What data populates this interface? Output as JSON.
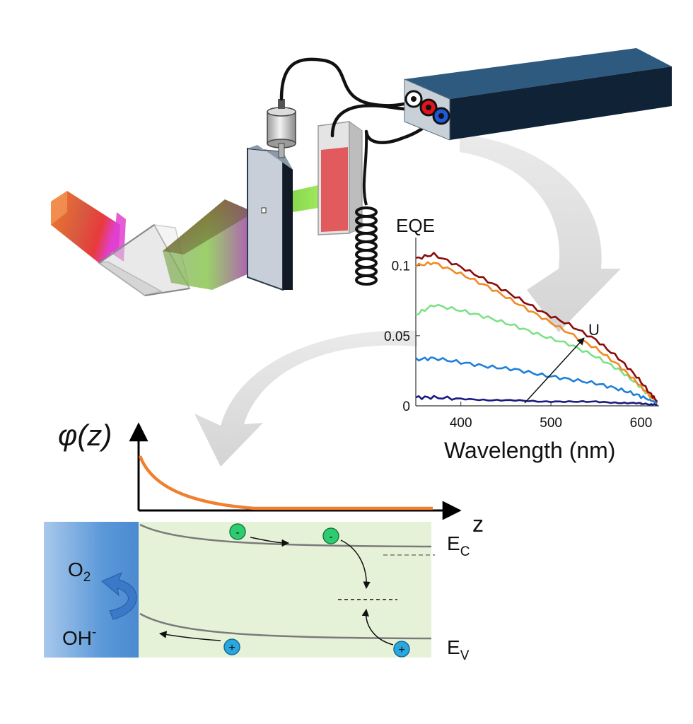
{
  "chart_data": {
    "type": "line",
    "title": "",
    "xlabel": "Wavelength (nm)",
    "ylabel": "EQE",
    "xlim": [
      350,
      620
    ],
    "ylim": [
      0,
      0.12
    ],
    "x_ticks": [
      "400",
      "500",
      "600"
    ],
    "y_ticks": [
      "0",
      "0.05",
      "0.1"
    ],
    "arrow_label": "U",
    "grid": false,
    "x": [
      350,
      370,
      400,
      430,
      460,
      490,
      520,
      550,
      575,
      595,
      610,
      618
    ],
    "series": [
      {
        "color": "#1a1a80",
        "values": [
          0.006,
          0.006,
          0.005,
          0.004,
          0.004,
          0.003,
          0.003,
          0.003,
          0.002,
          0.002,
          0.001,
          0.001
        ]
      },
      {
        "color": "#1e7fd8",
        "values": [
          0.033,
          0.034,
          0.031,
          0.028,
          0.026,
          0.022,
          0.019,
          0.016,
          0.012,
          0.008,
          0.004,
          0.002
        ]
      },
      {
        "color": "#7ee08a",
        "values": [
          0.065,
          0.072,
          0.068,
          0.063,
          0.057,
          0.05,
          0.044,
          0.035,
          0.026,
          0.016,
          0.007,
          0.003
        ]
      },
      {
        "color": "#f08a24",
        "values": [
          0.1,
          0.102,
          0.094,
          0.085,
          0.074,
          0.063,
          0.052,
          0.041,
          0.029,
          0.017,
          0.007,
          0.003
        ]
      },
      {
        "color": "#8b0a0a",
        "values": [
          0.105,
          0.108,
          0.099,
          0.089,
          0.078,
          0.067,
          0.058,
          0.047,
          0.034,
          0.021,
          0.009,
          0.003
        ]
      }
    ]
  },
  "band_diagram": {
    "phi_label": "φ(z)",
    "z_label": "z",
    "ec_label": "E",
    "ec_sub": "C",
    "ev_label": "E",
    "ev_sub": "V",
    "o2_label": "O",
    "o2_sub": "2",
    "oh_label": "OH",
    "oh_sup": "-",
    "electron_symbol": "-",
    "hole_symbol": "+"
  },
  "colors": {
    "electron": "#2ecc71",
    "hole": "#29a8e0",
    "potential_curve": "#f08030",
    "semiconductor_bg": "#e6f2d8",
    "electrolyte_bg": "#5a9bd8",
    "box_dark": "#1c3a5a",
    "box_top": "#2f5a80"
  }
}
